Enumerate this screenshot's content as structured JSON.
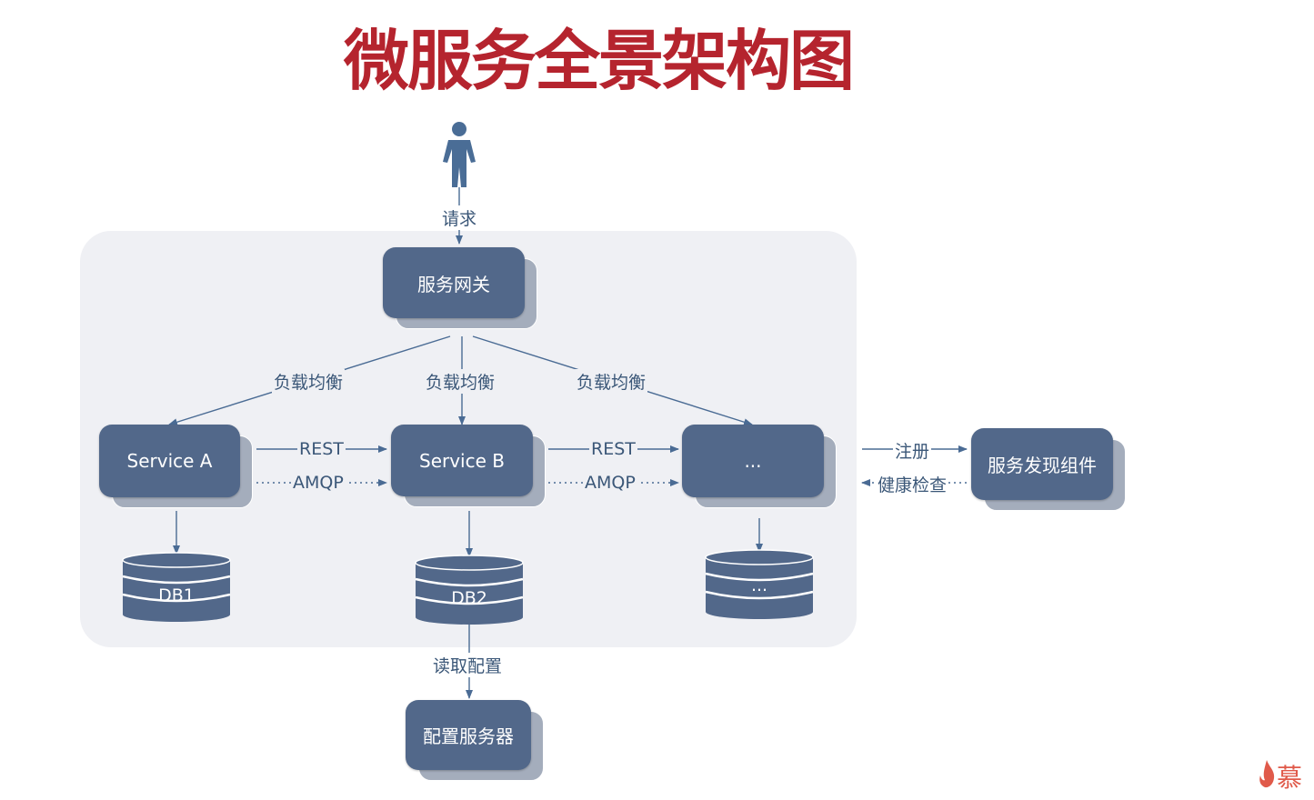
{
  "title": "微服务全景架构图",
  "colors": {
    "title": "#b5242e",
    "node": "#52688a",
    "panel": "#eff0f4",
    "line": "#4a6b94"
  },
  "nodes": {
    "gateway": "服务网关",
    "service_a": "Service A",
    "service_b": "Service B",
    "service_more": "...",
    "discovery": "服务发现组件",
    "config_server": "配置服务器"
  },
  "databases": {
    "db1": "DB1",
    "db2": "DB2",
    "db_more": "..."
  },
  "labels": {
    "request": "请求",
    "load_balance": "负载均衡",
    "rest": "REST",
    "amqp": "AMQP",
    "register": "注册",
    "health_check": "健康检查",
    "read_config": "读取配置"
  },
  "icons": {
    "user": "user-icon",
    "logo": "flame-logo-icon"
  },
  "logo_text": "慕"
}
